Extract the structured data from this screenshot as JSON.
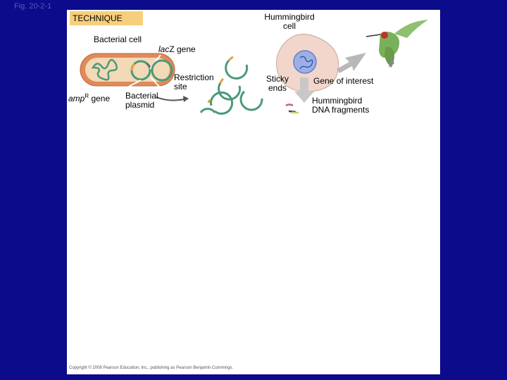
{
  "figure_label": "Fig. 20-2-1",
  "technique_label": "TECHNIQUE",
  "labels": {
    "hummingbird_cell_line1": "Hummingbird",
    "hummingbird_cell_line2": "cell",
    "bacterial_cell": "Bacterial cell",
    "lacz_italic": "lac",
    "lacz_rest": "Z gene",
    "restriction_line1": "Restriction",
    "restriction_line2": "site",
    "sticky_line1": "Sticky",
    "sticky_line2": "ends",
    "gene_of_interest": "Gene of interest",
    "ampr_italic": "amp",
    "ampr_sup": "R",
    "ampr_rest": " gene",
    "bacterial_plasmid_line1": "Bacterial",
    "bacterial_plasmid_line2": "plasmid",
    "dna_fragments_line1": "Hummingbird",
    "dna_fragments_line2": "DNA fragments"
  },
  "copyright": "Copyright © 2008 Pearson Education, Inc., publishing as Pearson Benjamin Cummings.",
  "colors": {
    "background": "#0b0b8c",
    "panel": "#ffffff",
    "technique_bar": "#f7cf7c",
    "cell_outer": "#e08a5a",
    "cell_inner": "#f3d9b8",
    "plasmid": "#4a9a78",
    "restriction_site": "#e8a040",
    "nucleus": "#9ab0e6",
    "hummingbird_cell": "#f2d6cc"
  }
}
